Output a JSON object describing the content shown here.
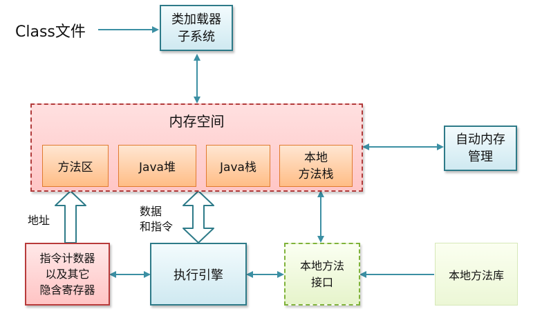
{
  "diagram": {
    "class_file_label": "Class文件",
    "class_loader": "类加载器\n子系统",
    "memory_space": {
      "title": "内存空间",
      "areas": [
        "方法区",
        "Java堆",
        "Java栈",
        "本地\n方法栈"
      ]
    },
    "auto_memory_mgmt": "自动内存\n管理",
    "pc_registers": "指令计数器\n以及其它\n隐含寄存器",
    "execution_engine": "执行引擎",
    "native_interface": "本地方法\n接口",
    "native_library": "本地方法库",
    "address_label": "地址",
    "data_instr_label": "数据\n和指令"
  },
  "colors": {
    "arrow": "#3b8fa3",
    "teal_border": "#2d7a88",
    "orange_border": "#e07a2e",
    "red_border": "#b13a3a",
    "green_border": "#7fb23a"
  }
}
